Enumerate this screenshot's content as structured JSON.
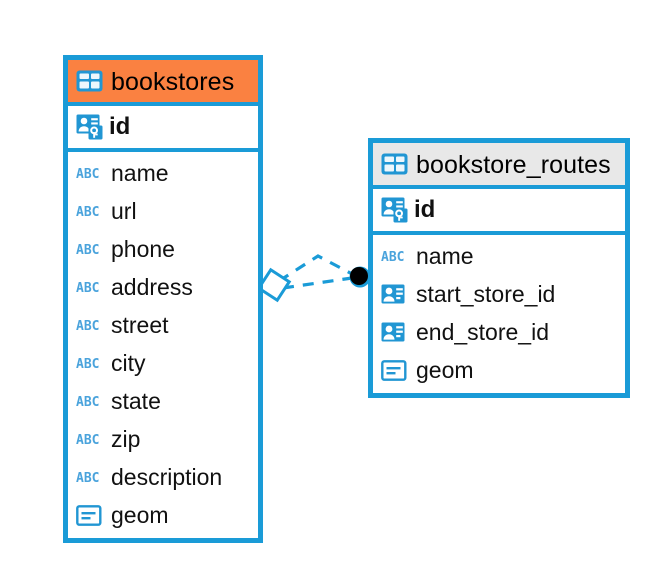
{
  "diagram": {
    "kind": "entity-relationship-diagram",
    "background_color": "#ffffff",
    "accent_color": "#1a9bd7",
    "highlight_color": "#fa8141",
    "neutral_header_color": "#e8e8e8",
    "text_color": "#111111"
  },
  "entities": [
    {
      "name": "bookstores",
      "title": "bookstores",
      "header_icon": "table-icon",
      "header_style": "orange",
      "primary_key": {
        "label": "id",
        "icon": "primary-key-icon"
      },
      "fields": [
        {
          "label": "name",
          "icon": "abc-icon"
        },
        {
          "label": "url",
          "icon": "abc-icon"
        },
        {
          "label": "phone",
          "icon": "abc-icon"
        },
        {
          "label": "address",
          "icon": "abc-icon"
        },
        {
          "label": "street",
          "icon": "abc-icon"
        },
        {
          "label": "city",
          "icon": "abc-icon"
        },
        {
          "label": "state",
          "icon": "abc-icon"
        },
        {
          "label": "zip",
          "icon": "abc-icon"
        },
        {
          "label": "description",
          "icon": "abc-icon"
        },
        {
          "label": "geom",
          "icon": "geometry-icon"
        }
      ]
    },
    {
      "name": "bookstore_routes",
      "title": "bookstore_routes",
      "header_icon": "table-icon",
      "header_style": "grey",
      "primary_key": {
        "label": "id",
        "icon": "primary-key-icon"
      },
      "fields": [
        {
          "label": "name",
          "icon": "abc-icon"
        },
        {
          "label": "start_store_id",
          "icon": "foreign-key-icon"
        },
        {
          "label": "end_store_id",
          "icon": "foreign-key-icon"
        },
        {
          "label": "geom",
          "icon": "geometry-icon"
        }
      ]
    }
  ],
  "relationship": {
    "name": "bookstores-to-bookstore-routes",
    "line_style": "dashed",
    "source_marker": "diamond",
    "target_marker": "filled-circle",
    "color": "#1a9bd7",
    "target_marker_color": "#000000"
  },
  "icon_glyphs": {
    "table-icon": "table",
    "primary-key-icon": "id-card-with-key",
    "foreign-key-icon": "id-card",
    "abc-icon": "ABC",
    "geometry-icon": "blob-text"
  }
}
